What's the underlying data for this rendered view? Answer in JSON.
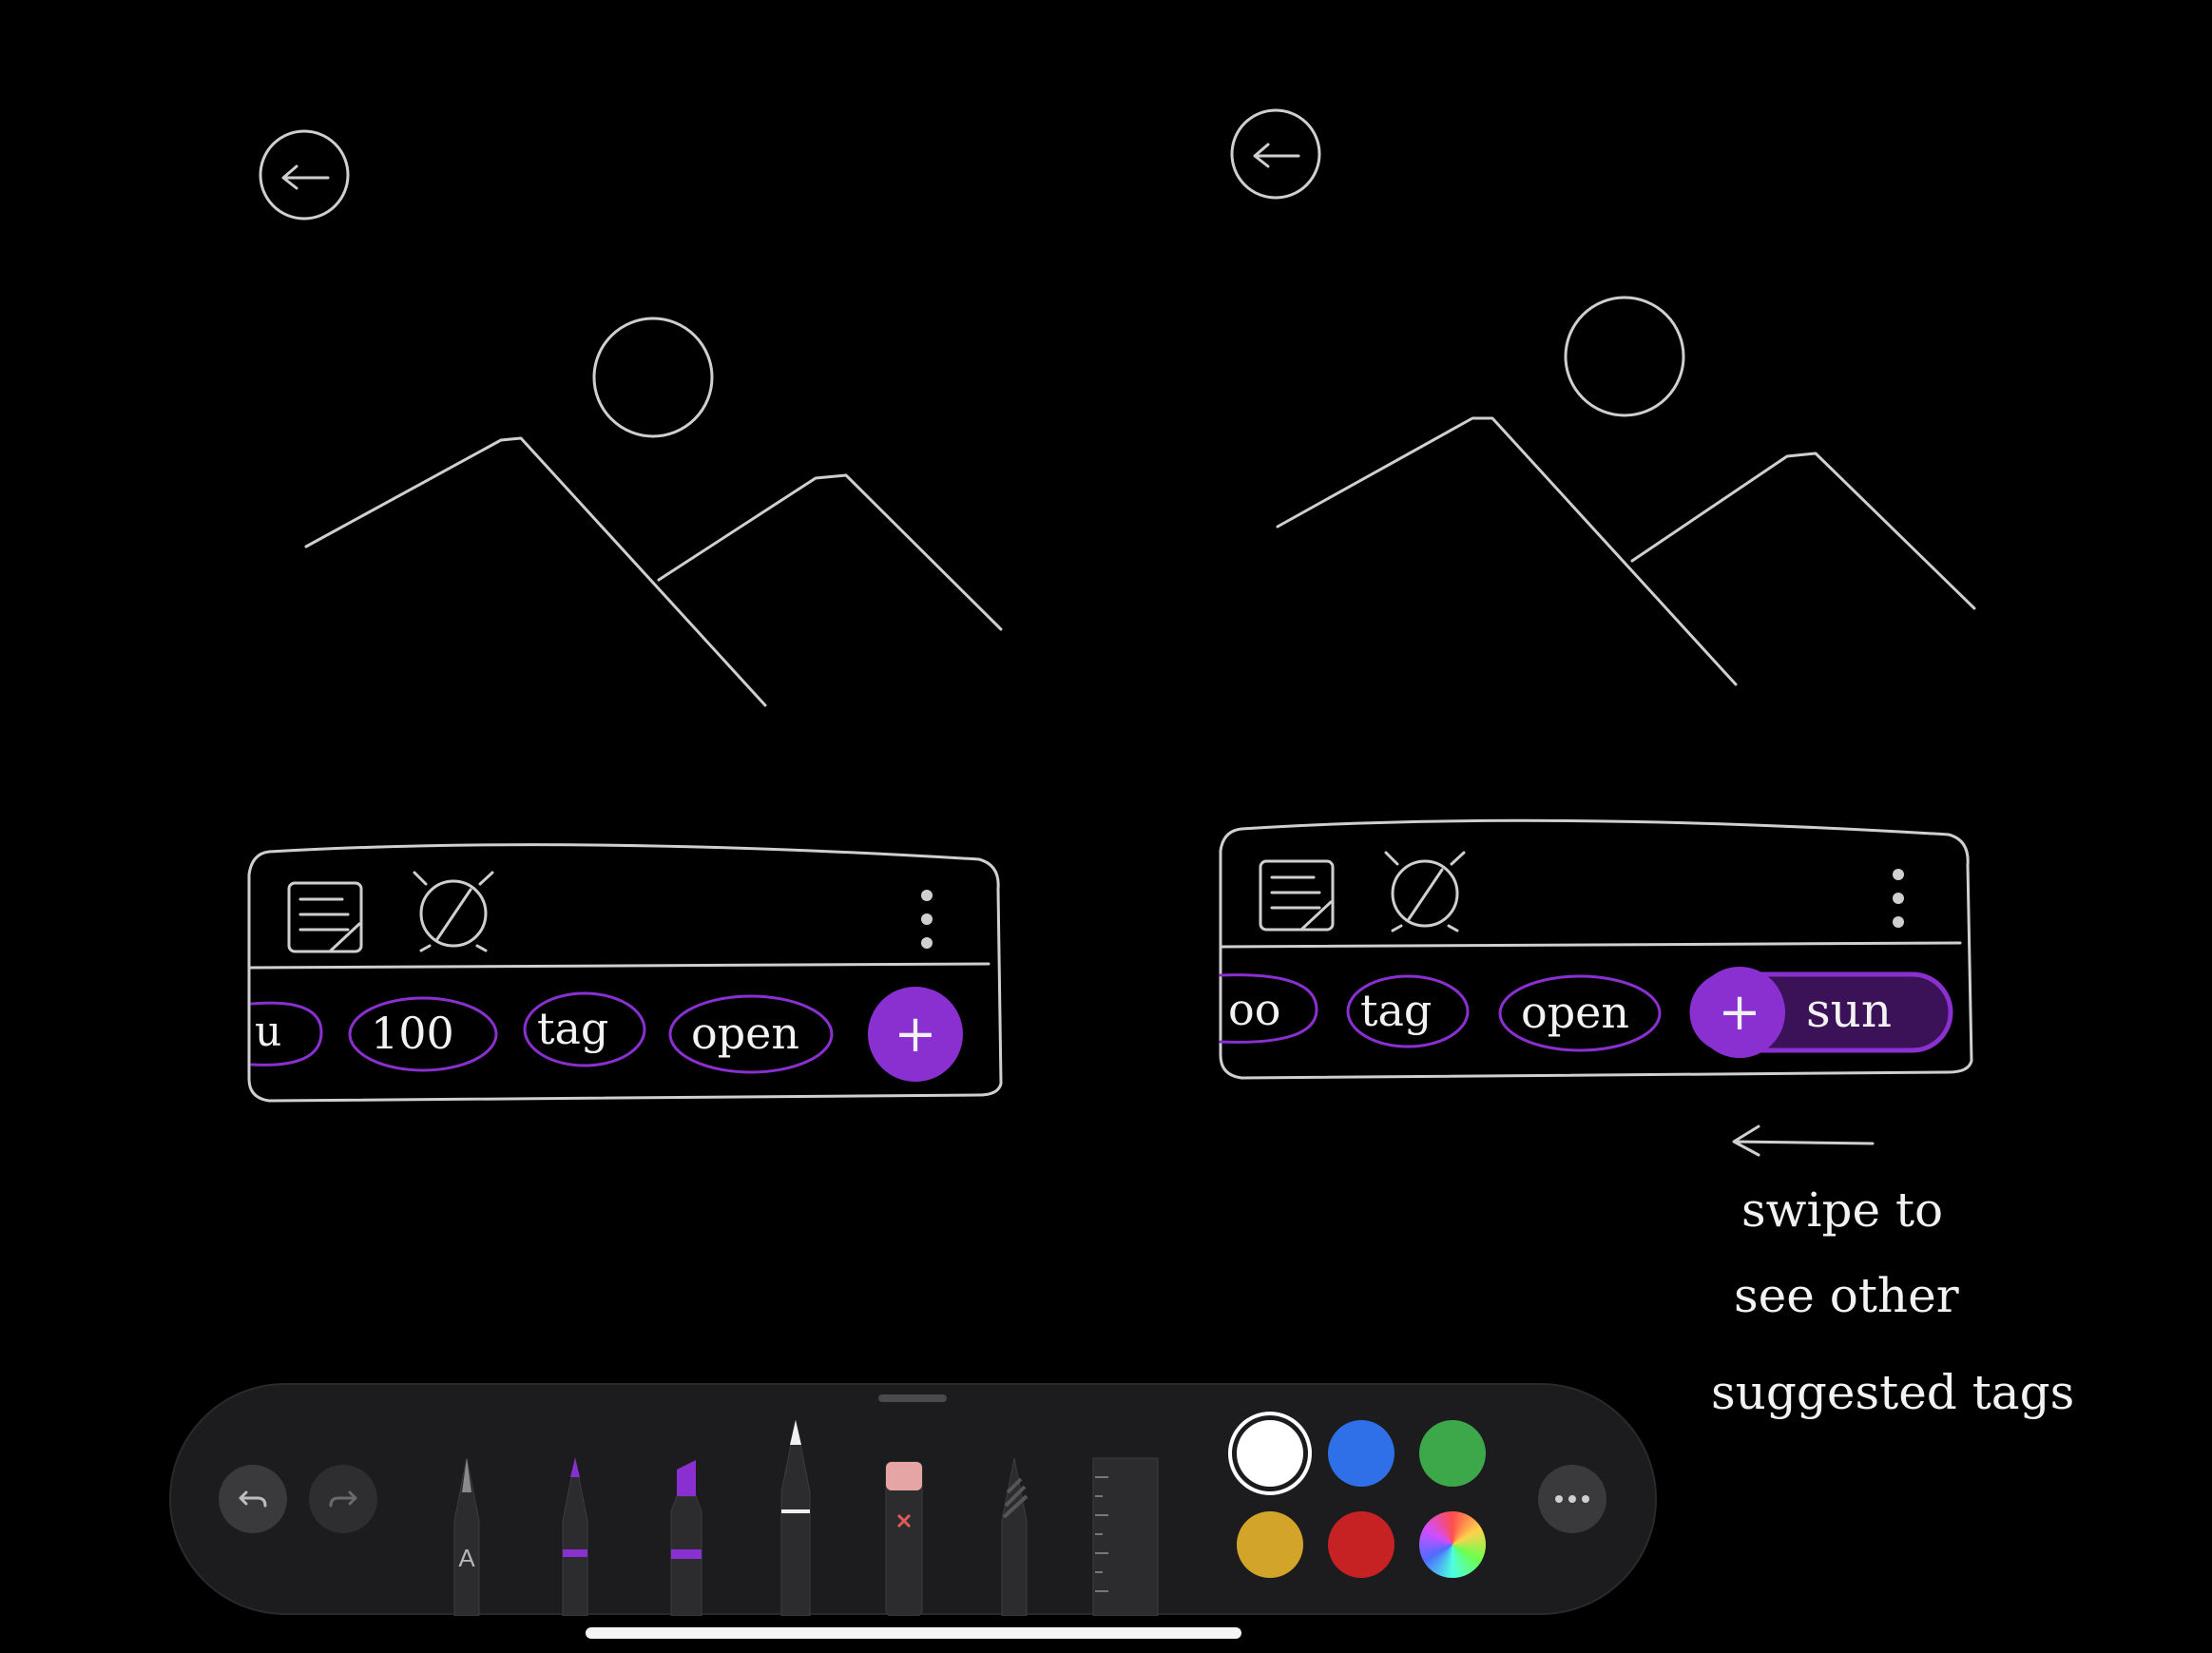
{
  "sketches": {
    "left": {
      "tags": [
        "u",
        "100",
        "tag",
        "open"
      ],
      "add_label": "+"
    },
    "right": {
      "tags": [
        "oo",
        "tag",
        "open"
      ],
      "add_label": "+",
      "new_tag": "sun"
    }
  },
  "annotation": {
    "lines": [
      "swipe to",
      "see other",
      "suggested tags"
    ]
  },
  "toolbar": {
    "undo_icon": "undo-arrow",
    "redo_icon": "redo-arrow",
    "tools": [
      "monoline-pen",
      "pen",
      "marker",
      "pencil",
      "eraser",
      "fill-pen",
      "ruler"
    ],
    "pen_label": "A",
    "colors": {
      "row1": [
        "#ffffff",
        "#2f6fe8",
        "#3da84a"
      ],
      "row2": [
        "#d2a52a",
        "#c62224",
        "color-wheel"
      ]
    },
    "accent": "#8a2fd0",
    "more_icon": "ellipsis"
  }
}
